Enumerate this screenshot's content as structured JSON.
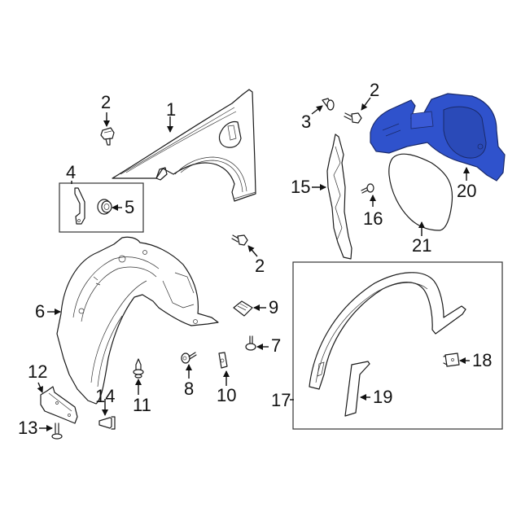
{
  "diagram": {
    "title": "Fender & Components exploded parts diagram",
    "highlight_color": "#2f52cc",
    "line_color": "#1a1a1a",
    "background": "#ffffff"
  },
  "callouts": [
    {
      "id": "1",
      "label": "1",
      "part": "fender"
    },
    {
      "id": "2a",
      "label": "2",
      "part": "fender-bolt-top-left"
    },
    {
      "id": "2b",
      "label": "2",
      "part": "fender-bolt-top-right"
    },
    {
      "id": "2c",
      "label": "2",
      "part": "fender-bolt-middle"
    },
    {
      "id": "3",
      "label": "3",
      "part": "grommet"
    },
    {
      "id": "4",
      "label": "4",
      "part": "fender-bracket-kit"
    },
    {
      "id": "5",
      "label": "5",
      "part": "bushing"
    },
    {
      "id": "6",
      "label": "6",
      "part": "fender-liner"
    },
    {
      "id": "7",
      "label": "7",
      "part": "liner-screw"
    },
    {
      "id": "8",
      "label": "8",
      "part": "liner-bolt"
    },
    {
      "id": "9",
      "label": "9",
      "part": "retainer-clip"
    },
    {
      "id": "10",
      "label": "10",
      "part": "u-nut"
    },
    {
      "id": "11",
      "label": "11",
      "part": "push-pin-retainer"
    },
    {
      "id": "12",
      "label": "12",
      "part": "splash-shield"
    },
    {
      "id": "13",
      "label": "13",
      "part": "splash-shield-screw"
    },
    {
      "id": "14",
      "label": "14",
      "part": "push-rivet"
    },
    {
      "id": "15",
      "label": "15",
      "part": "fender-support-bracket"
    },
    {
      "id": "16",
      "label": "16",
      "part": "bracket-screw"
    },
    {
      "id": "17",
      "label": "17",
      "part": "wheel-opening-molding-kit"
    },
    {
      "id": "18",
      "label": "18",
      "part": "molding-clip"
    },
    {
      "id": "19",
      "label": "19",
      "part": "molding-extension"
    },
    {
      "id": "20",
      "label": "20",
      "part": "fuel-filler-housing"
    },
    {
      "id": "21",
      "label": "21",
      "part": "fuel-filler-door"
    }
  ]
}
